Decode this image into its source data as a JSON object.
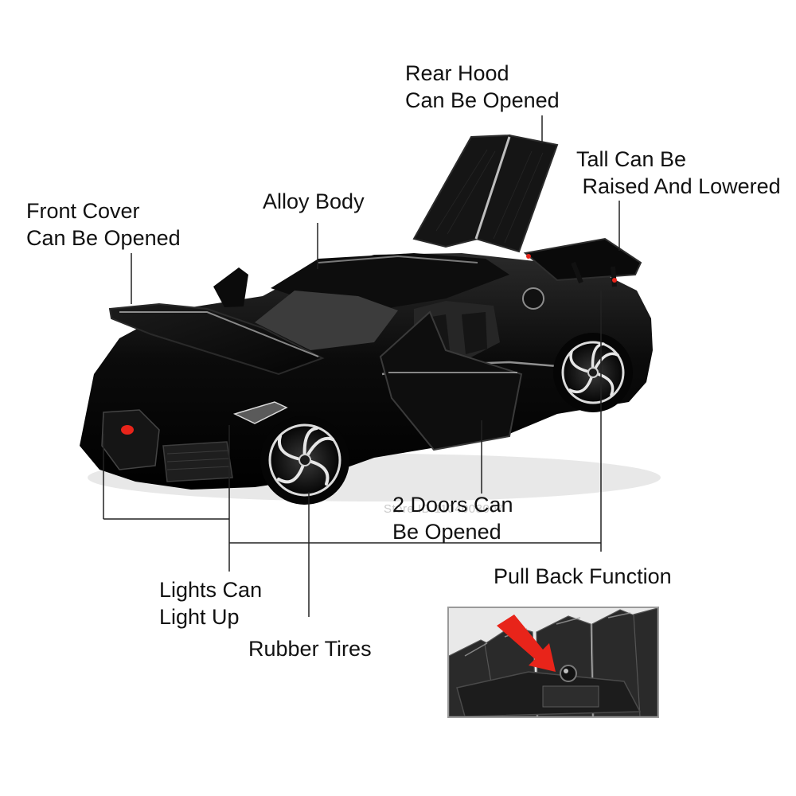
{
  "labels": {
    "rear_hood": [
      "Rear Hood",
      "Can Be Opened"
    ],
    "tall": [
      "Tall Can Be",
      " Raised And Lowered"
    ],
    "alloy_body": [
      "Alloy Body"
    ],
    "front_cover": [
      "Front Cover",
      "Can Be Opened"
    ],
    "doors": [
      "2 Doors Can",
      "Be Opened"
    ],
    "pull_back": [
      "Pull Back Function"
    ],
    "lights": [
      "Lights Can",
      "Light Up"
    ],
    "rubber_tires": [
      "Rubber Tires"
    ]
  },
  "watermark": "Store ID 1104003007",
  "colors": {
    "car_body": "#0a0a0a",
    "accent_red": "#e8241a",
    "leader_line": "#222222",
    "inset_border": "#9a9a9a"
  },
  "icons": {
    "inset_arrow": "red-arrow-icon",
    "pull_back_button": "pull-back-button-icon"
  }
}
